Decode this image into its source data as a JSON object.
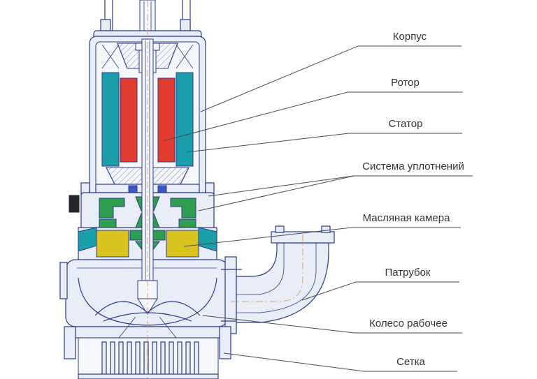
{
  "labels": {
    "korpus": "Корпус",
    "rotor": "Ротор",
    "stator": "Статор",
    "seals": "Система уплотнений",
    "oil_chamber": "Масляная камера",
    "pipe": "Патрубок",
    "impeller": "Колесо рабочее",
    "mesh": "Сетка"
  },
  "colors": {
    "outline": "#2b3a8c",
    "stator_fill": "#1ba0ab",
    "rotor_fill": "#e23b30",
    "seal_fill": "#2f9e4e",
    "oil_fill": "#d9c41f",
    "body_fill": "#e9edf7",
    "centerline": "#cf9a6a",
    "label_text": "#333333",
    "leader_line": "#4a4a4a"
  }
}
